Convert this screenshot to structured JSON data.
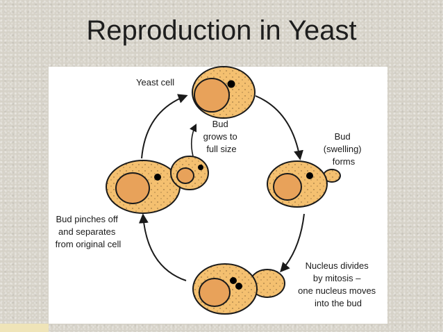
{
  "title": "Reproduction in Yeast",
  "labels": {
    "yeast_cell": "Yeast cell",
    "bud_grows": [
      "Bud",
      "grows to",
      "full size"
    ],
    "bud_forms": [
      "Bud",
      "(swelling)",
      "forms"
    ],
    "nucleus_divides": [
      "Nucleus divides",
      "by mitosis –",
      "one nucleus moves",
      "into the bud"
    ],
    "bud_pinches": [
      "Bud pinches off",
      "and separates",
      "from original cell"
    ]
  },
  "colors": {
    "cell_fill": "#f4c070",
    "nucleus_fill": "#e8a25a",
    "outline": "#1a1a1a",
    "arrow": "#1a1a1a"
  }
}
